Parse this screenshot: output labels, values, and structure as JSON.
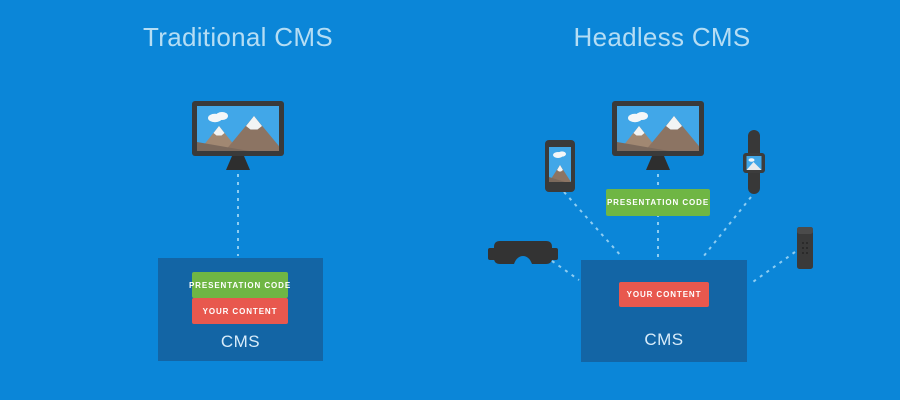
{
  "diagram": {
    "left": {
      "title": "Traditional CMS",
      "box": {
        "presentation": "PRESENTATION CODE",
        "content": "YOUR CONTENT",
        "label": "CMS"
      }
    },
    "right": {
      "title": "Headless CMS",
      "presentation_badge": "PRESENTATION CODE",
      "box": {
        "content": "YOUR CONTENT",
        "label": "CMS"
      }
    }
  },
  "icons": {
    "monitor": "monitor-icon",
    "smartphone": "smartphone-icon",
    "smartwatch": "smartwatch-icon",
    "vr_goggles": "vr-goggles-icon",
    "smart_speaker": "smart-speaker-icon"
  },
  "colors": {
    "background": "#0b86d8",
    "panel_box": "#1365a5",
    "green": "#6fb644",
    "red": "#e8584e",
    "dash": "#8ecdf2",
    "title_text": "#b5ddf4",
    "label_text": "#d8ecfa",
    "device_dark": "#3a3a3a",
    "screen_sky": "#41a7e8"
  }
}
